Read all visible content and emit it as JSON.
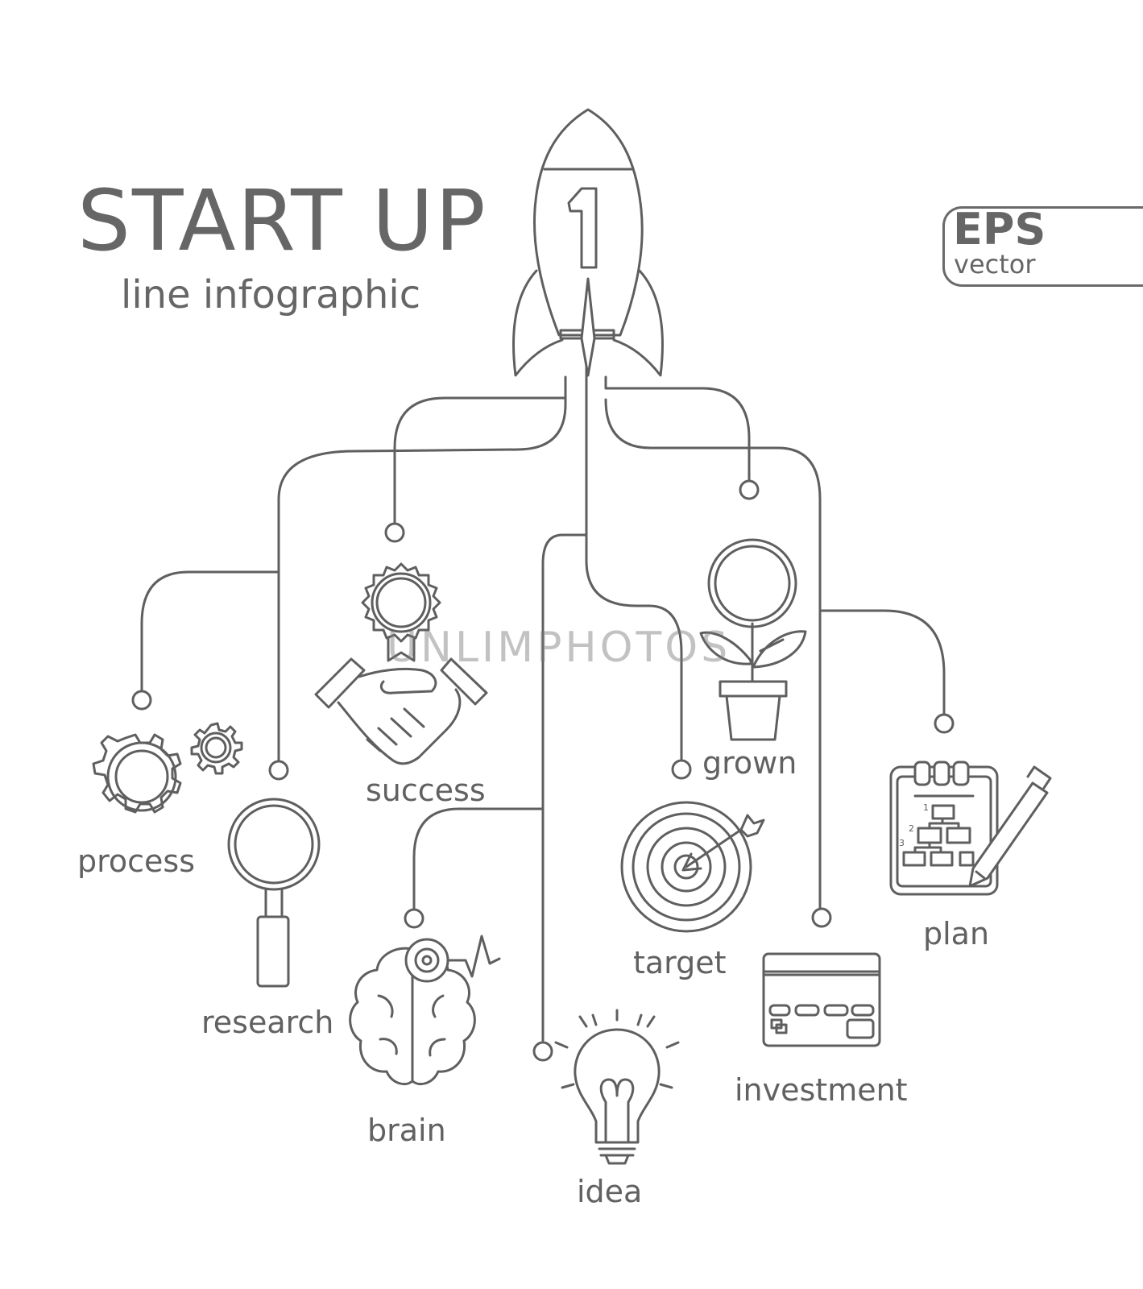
{
  "header": {
    "title": "START UP",
    "subtitle": "line infographic"
  },
  "badge": {
    "main": "EPS",
    "sub": "vector"
  },
  "rocket": {
    "number": "1"
  },
  "watermark": "UNLIMPHOTOS",
  "items": {
    "process": "process",
    "research": "research",
    "success": "success",
    "brain": "brain",
    "idea": "idea",
    "target": "target",
    "grown": "grown",
    "investment": "investment",
    "plan": "plan"
  },
  "plan_steps": [
    "1",
    "2",
    "3"
  ],
  "icons": {
    "rocket": "rocket-icon",
    "process": "gears-icon",
    "research": "magnifier-icon",
    "success": "handshake-award-icon",
    "brain": "brain-icon",
    "idea": "lightbulb-icon",
    "target": "target-icon",
    "grown": "money-plant-icon",
    "investment": "credit-card-icon",
    "plan": "clipboard-pencil-icon"
  },
  "colors": {
    "line": "#5f5f5f",
    "background": "#ffffff"
  }
}
